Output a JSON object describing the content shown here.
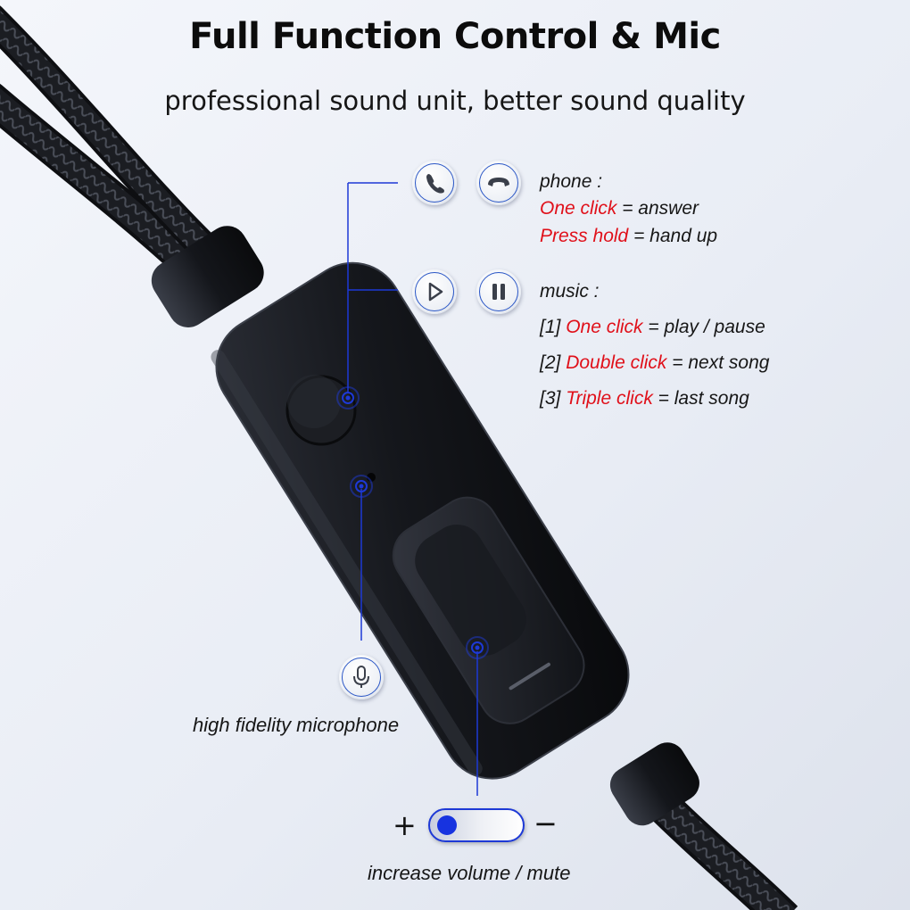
{
  "header": {
    "title": "Full Function Control & Mic",
    "subtitle": "professional sound unit, better sound quality"
  },
  "phone": {
    "heading": "phone :",
    "rows": [
      {
        "action": "One click",
        "result": "= answer"
      },
      {
        "action": "Press hold",
        "result": "= hand up"
      }
    ]
  },
  "music": {
    "heading": "music :",
    "rows": [
      {
        "index": "[1]",
        "action": "One click",
        "result": "= play / pause"
      },
      {
        "index": "[2]",
        "action": "Double click",
        "result": "= next song"
      },
      {
        "index": "[3]",
        "action": "Triple click",
        "result": "= last song"
      }
    ]
  },
  "microphone": {
    "caption": "high fidelity microphone"
  },
  "volume": {
    "plus": "+",
    "minus": "−",
    "caption": "increase volume / mute"
  },
  "icons": {
    "answer": "phone-answer-icon",
    "hangup": "phone-hangup-icon",
    "play": "play-icon",
    "pause": "pause-icon",
    "mic": "microphone-icon"
  },
  "colors": {
    "highlight": "#e0101a",
    "accent_blue": "#1d39d6",
    "body_black": "#15171c"
  }
}
